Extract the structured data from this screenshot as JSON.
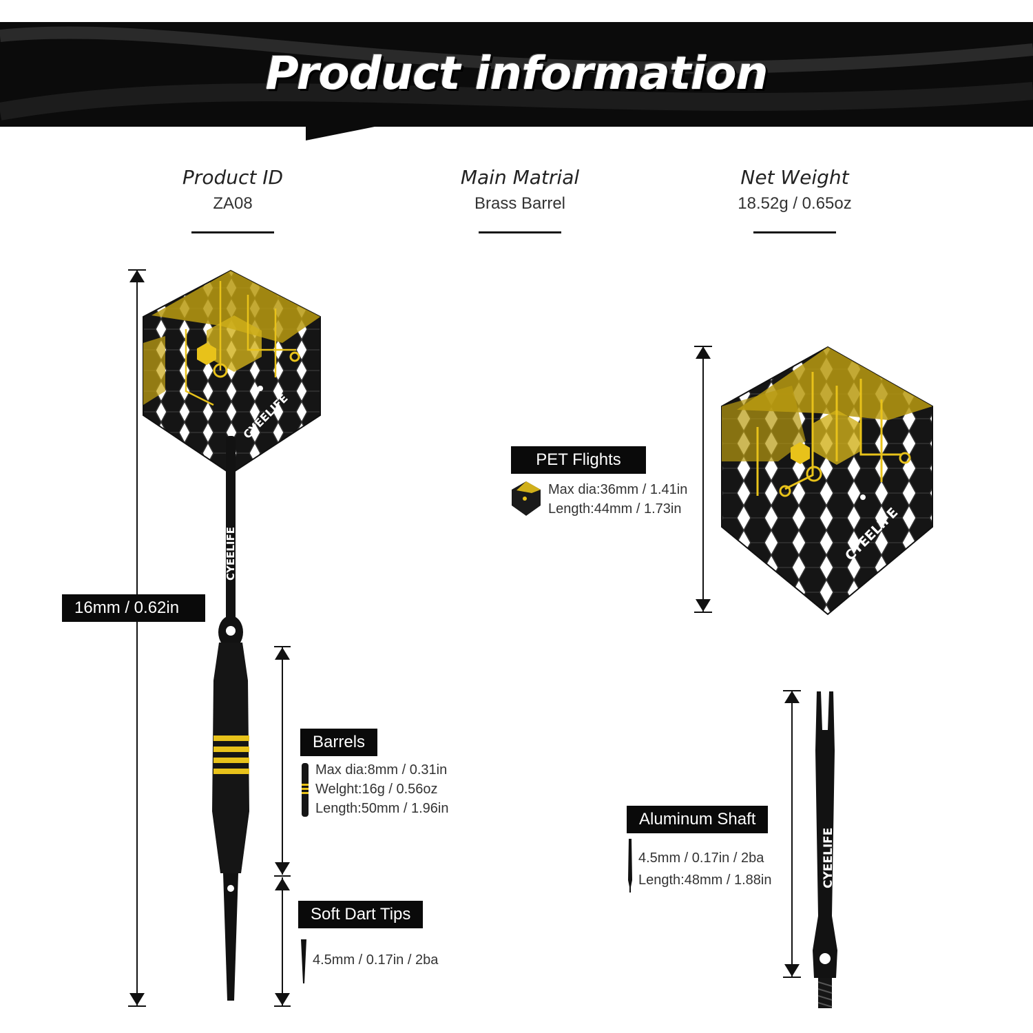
{
  "banner": {
    "title": "Product information"
  },
  "specs": [
    {
      "label": "Product ID",
      "value": "ZA08"
    },
    {
      "label": "Main Matrial",
      "value": "Brass Barrel"
    },
    {
      "label": "Net Weight",
      "value": "18.52g / 0.65oz"
    }
  ],
  "dimension_tag": "16mm / 0.62in",
  "flights": {
    "tag": "PET Flights",
    "lines": [
      "Max dia:36mm / 1.41in",
      "Length:44mm / 1.73in"
    ]
  },
  "barrels": {
    "tag": "Barrels",
    "lines": [
      "Max dia:8mm / 0.31in",
      "Welght:16g / 0.56oz",
      "Length:50mm / 1.96in"
    ]
  },
  "tips": {
    "tag": "Soft Dart Tips",
    "lines": [
      "4.5mm / 0.17in / 2ba"
    ]
  },
  "shaft": {
    "tag": "Aluminum Shaft",
    "lines": [
      "4.5mm / 0.17in / 2ba",
      "Length:48mm / 1.88in"
    ]
  },
  "brand": "CYEELIFE",
  "colors": {
    "accent": "#e8c21a",
    "dark": "#0b0b0b"
  }
}
